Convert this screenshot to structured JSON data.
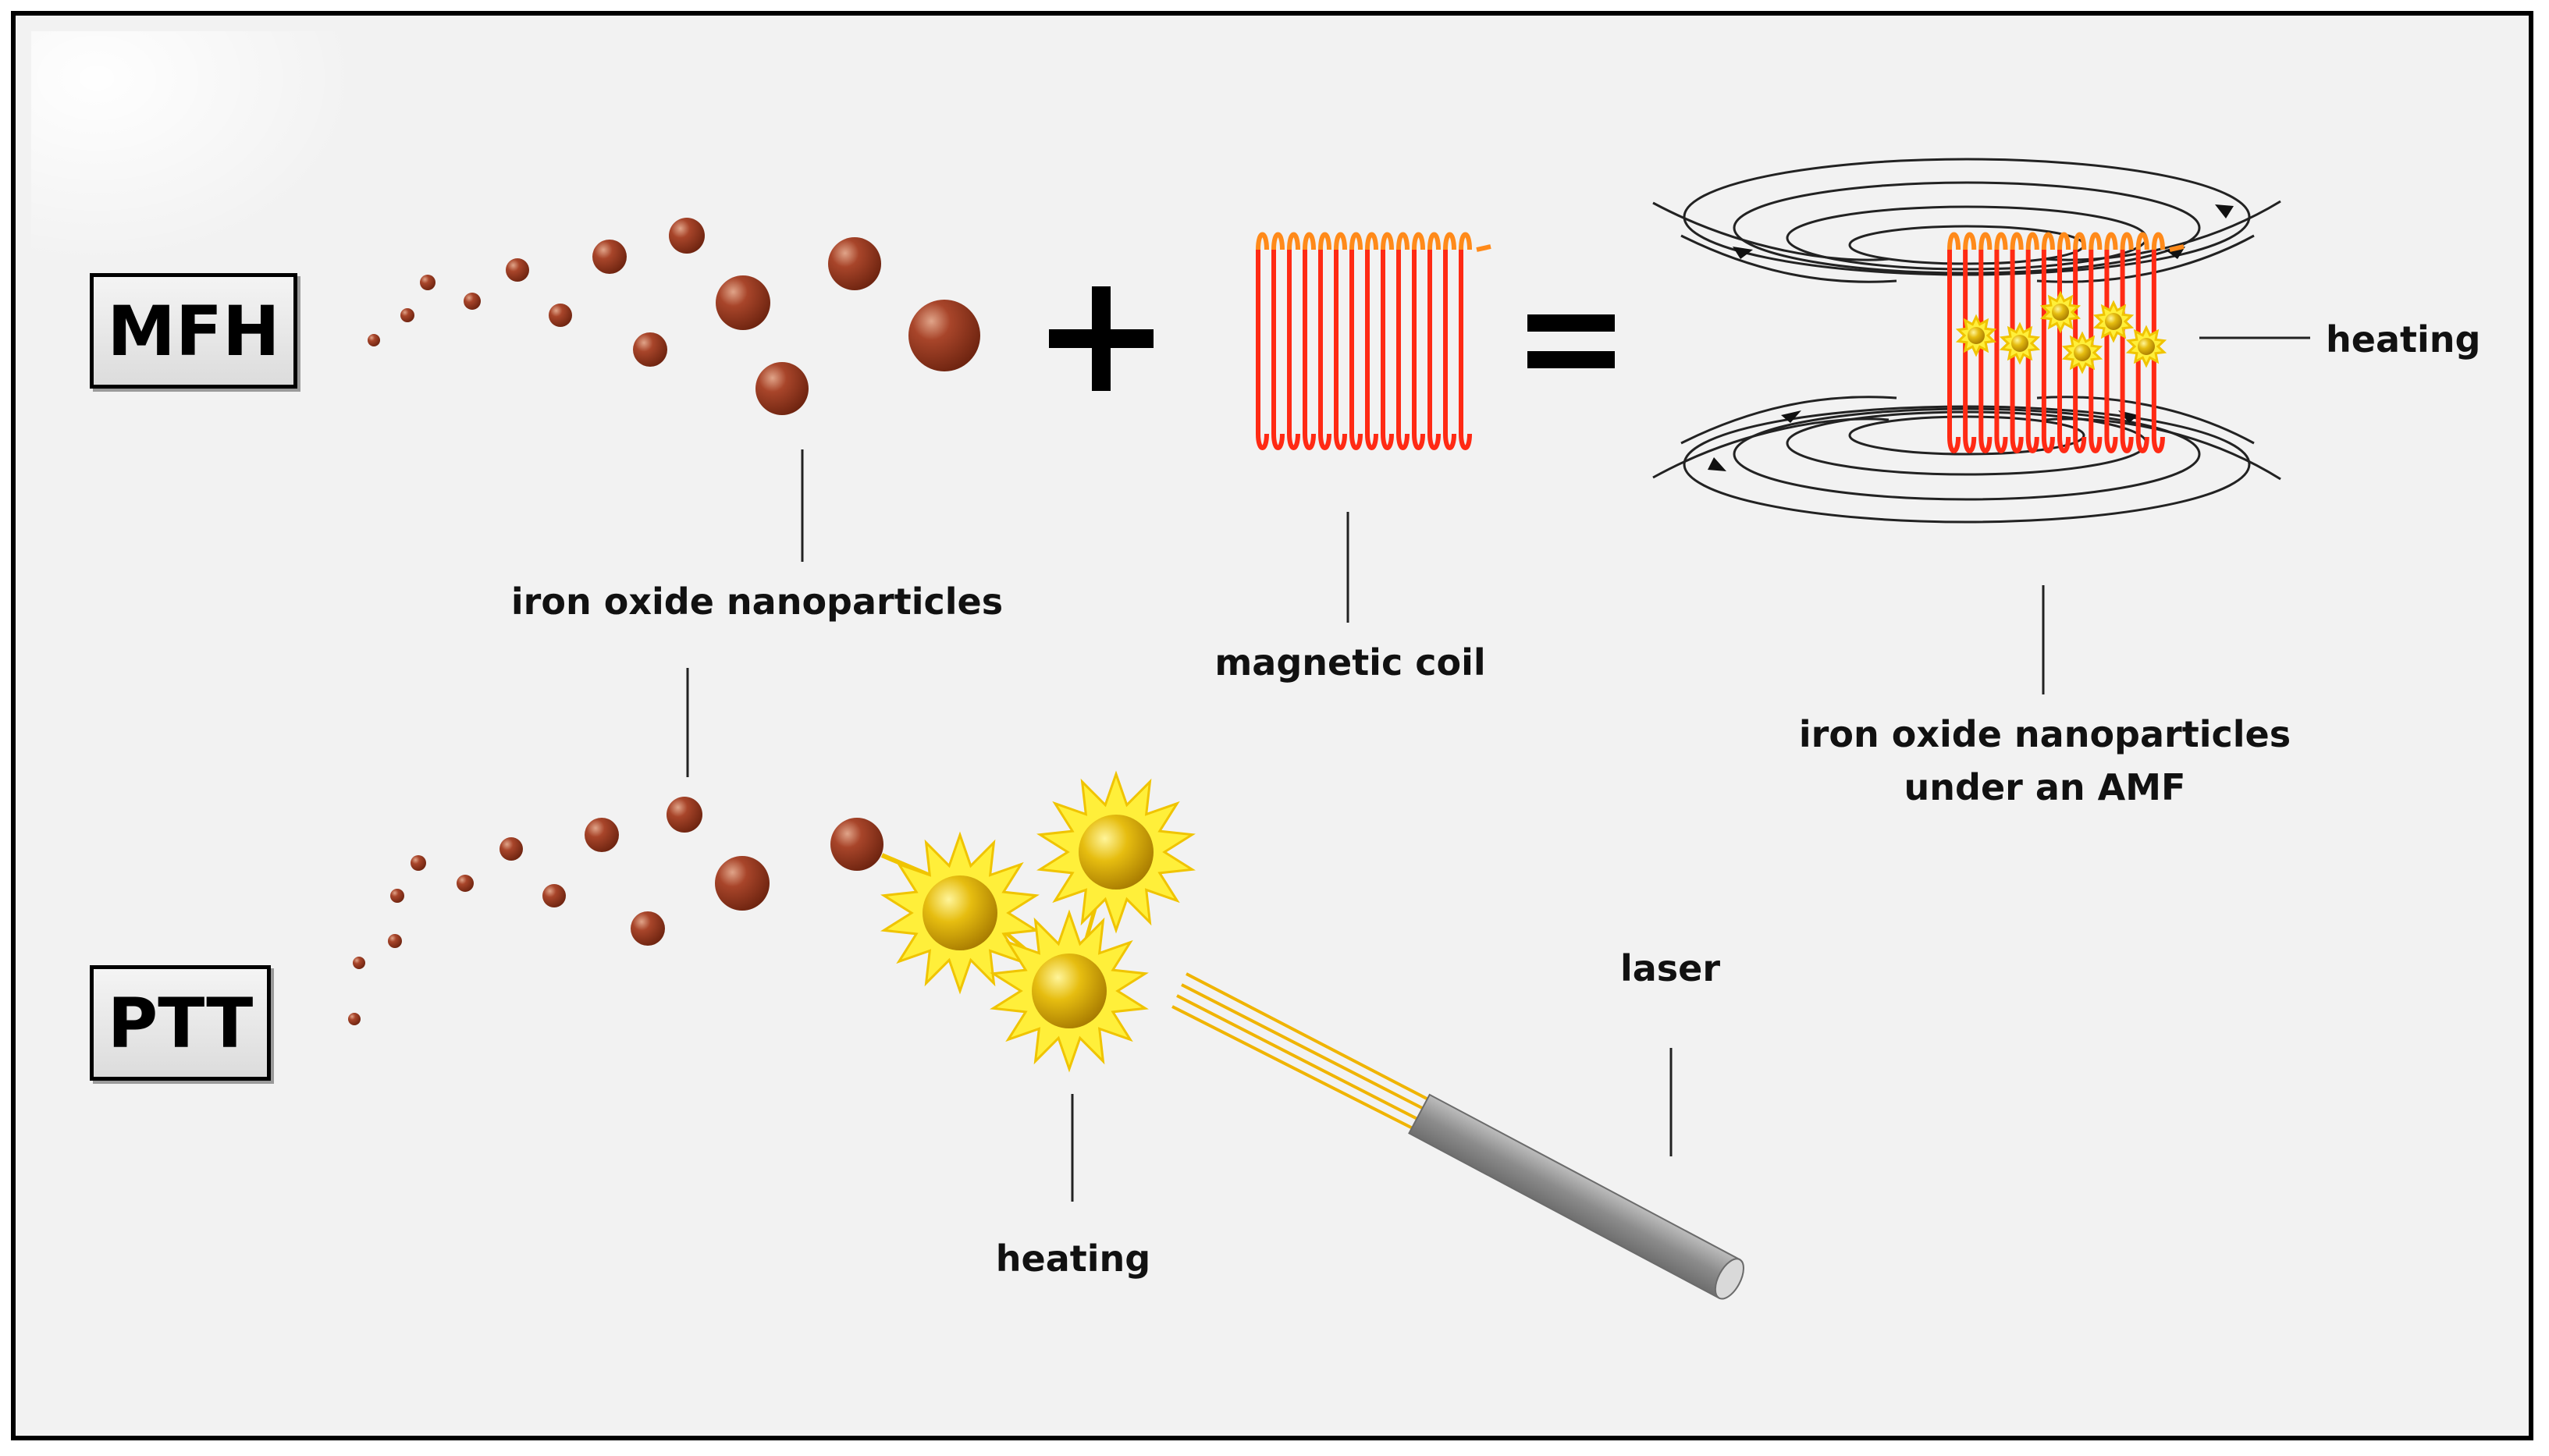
{
  "methods": {
    "mfh": "MFH",
    "ptt": "PTT"
  },
  "labels": {
    "nanoparticles": "iron oxide nanoparticles",
    "coil": "magnetic coil",
    "heating_top": "heating",
    "amf_line1": "iron oxide nanoparticles",
    "amf_line2": "under an AMF",
    "laser": "laser",
    "heating_bottom": "heating"
  },
  "operators": {
    "plus": "+",
    "equals": "="
  },
  "colors": {
    "nanoparticle": "#8b2f12",
    "coil": "#ff2a14",
    "coil_top": "#ff8a1a",
    "heat_spark": "#ffef3a",
    "heat_core": "#c99a06",
    "field_lines": "#222222",
    "laser_body": "#8f8f8f",
    "laser_beam": "#f0b400"
  },
  "icons": [
    "nanoparticle-icon",
    "magnetic-coil-icon",
    "magnetic-field-icon",
    "heat-spark-icon",
    "laser-icon"
  ]
}
